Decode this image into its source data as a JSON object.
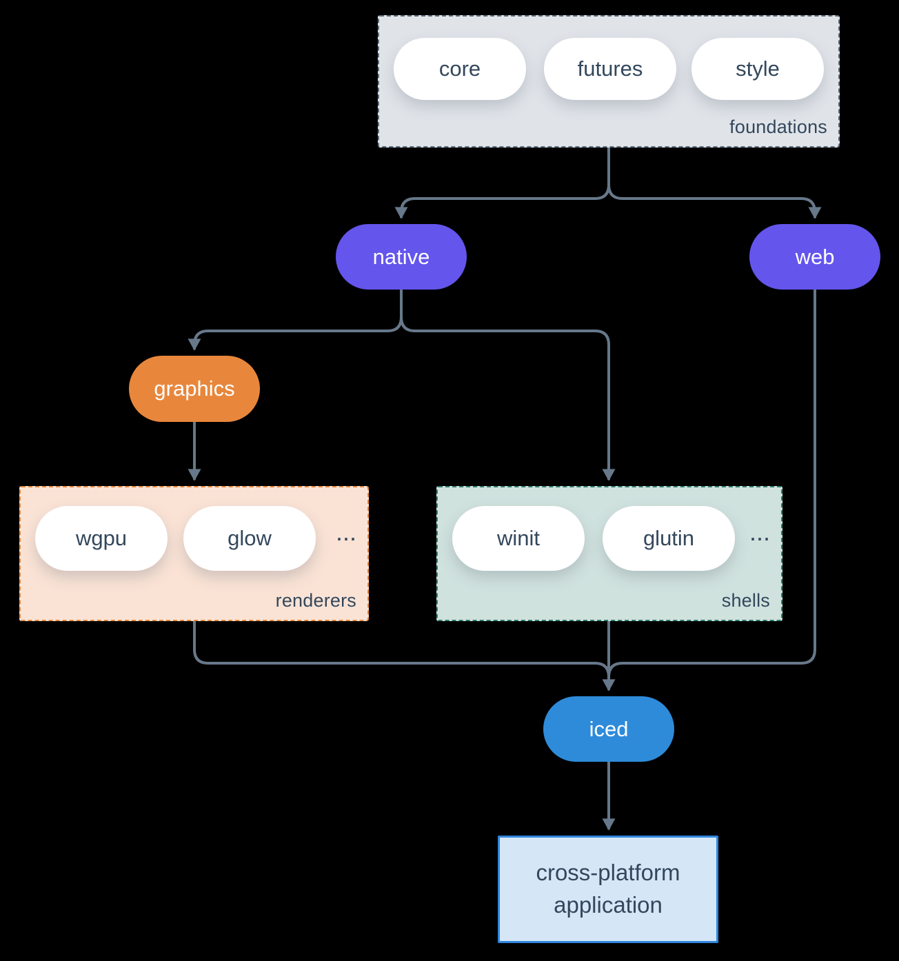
{
  "diagram": {
    "foundations": {
      "label": "foundations",
      "pills": [
        "core",
        "futures",
        "style"
      ]
    },
    "native": {
      "label": "native"
    },
    "web": {
      "label": "web"
    },
    "graphics": {
      "label": "graphics"
    },
    "renderers": {
      "label": "renderers",
      "pills": [
        "wgpu",
        "glow"
      ],
      "ellipsis": "..."
    },
    "shells": {
      "label": "shells",
      "pills": [
        "winit",
        "glutin"
      ],
      "ellipsis": "..."
    },
    "iced": {
      "label": "iced"
    },
    "application": {
      "label": "cross-platform application"
    }
  },
  "colors": {
    "background": "#000000",
    "connector": "#67788a",
    "node_purple": "#6455ec",
    "node_orange": "#e8873c",
    "node_blue": "#2e8bda",
    "text_dark": "#33475c",
    "foundations_fill": "#e0e4e9",
    "foundations_border": "#5d6c7b",
    "renderers_fill": "#fae3d5",
    "renderers_border": "#e8873c",
    "shells_fill": "#d0e2de",
    "shells_border": "#2e7d6c",
    "application_fill": "#d5e6f7",
    "application_border": "#2e86de"
  }
}
